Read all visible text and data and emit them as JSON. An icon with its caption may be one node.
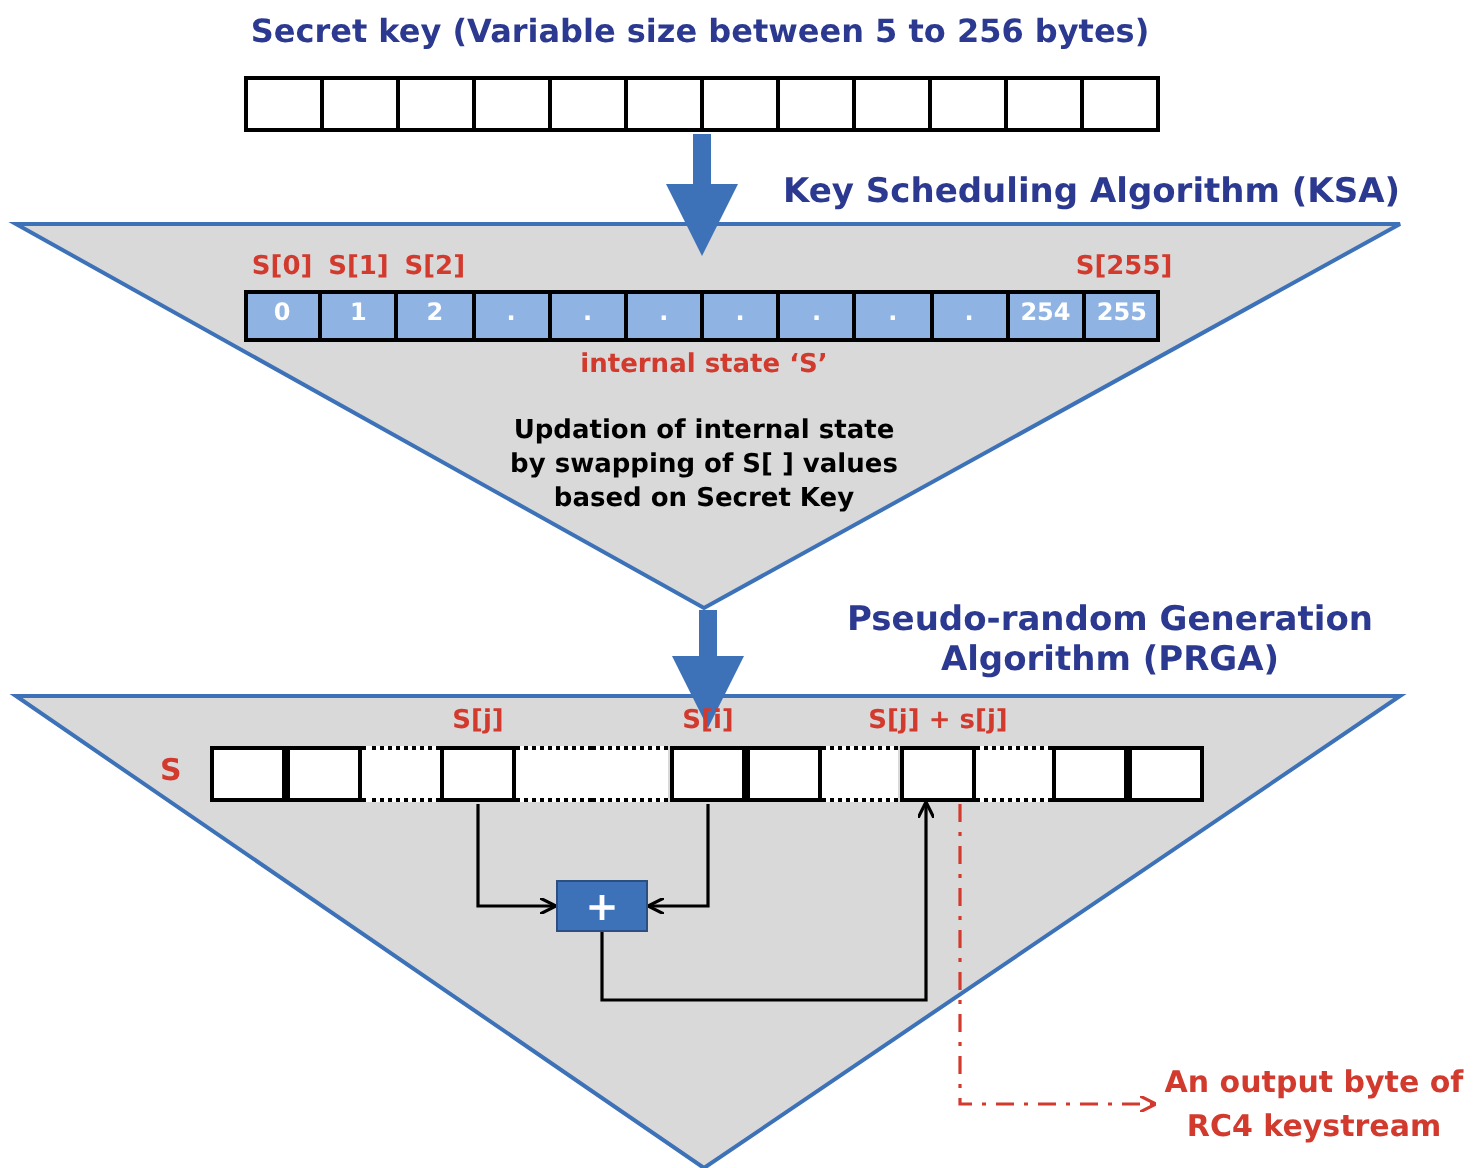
{
  "diagram": {
    "nodes": [
      {
        "text": [
          "Secret key (Variable size between 5 to 256 bytes)"
        ]
      },
      {
        "text": [
          "Key Scheduling Algorithm (KSA)",
          "Updation of internal state by swapping of S[ ] values based on Secret Key"
        ]
      },
      {
        "text": [
          "Pseudo-random Generation Algorithm (PRGA)"
        ]
      },
      {
        "text": [],
        "shape": "box",
        "in": 2,
        "beside": [
          "S[j]"
        ]
      },
      {
        "text": [],
        "shape": "box",
        "in": 2,
        "beside": [
          "S[i]"
        ]
      },
      {
        "text": [],
        "shape": "box",
        "in": 2,
        "beside": [
          "S[j] + s[j]"
        ]
      },
      {
        "text": [
          "+"
        ],
        "in": 2
      },
      {
        "text": [
          "An output byte of RC4 keystream"
        ]
      }
    ],
    "edges": [
      {
        "from": 0,
        "to": 1,
        "arrow": "to",
        "style": "thick",
        "color": "#3d72b8"
      },
      {
        "from": 1,
        "to": 2,
        "arrow": "to",
        "style": "thick",
        "color": "#3d72b8"
      },
      {
        "from": 3,
        "to": 6,
        "arrow": "to"
      },
      {
        "from": 4,
        "to": 6,
        "arrow": "to"
      },
      {
        "from": 6,
        "to": 5,
        "arrow": "to"
      },
      {
        "from": 5,
        "to": 7,
        "arrow": "to",
        "style": "dashed",
        "color": "#d23a2e"
      }
    ],
    "labels": [
      "S[0]",
      "S[1]",
      "S[2]",
      "S[255]",
      "0",
      "1",
      "2",
      ".",
      ".",
      ".",
      ".",
      ".",
      ".",
      ".",
      "254",
      "255",
      "internal state ‘S’",
      "S"
    ]
  }
}
